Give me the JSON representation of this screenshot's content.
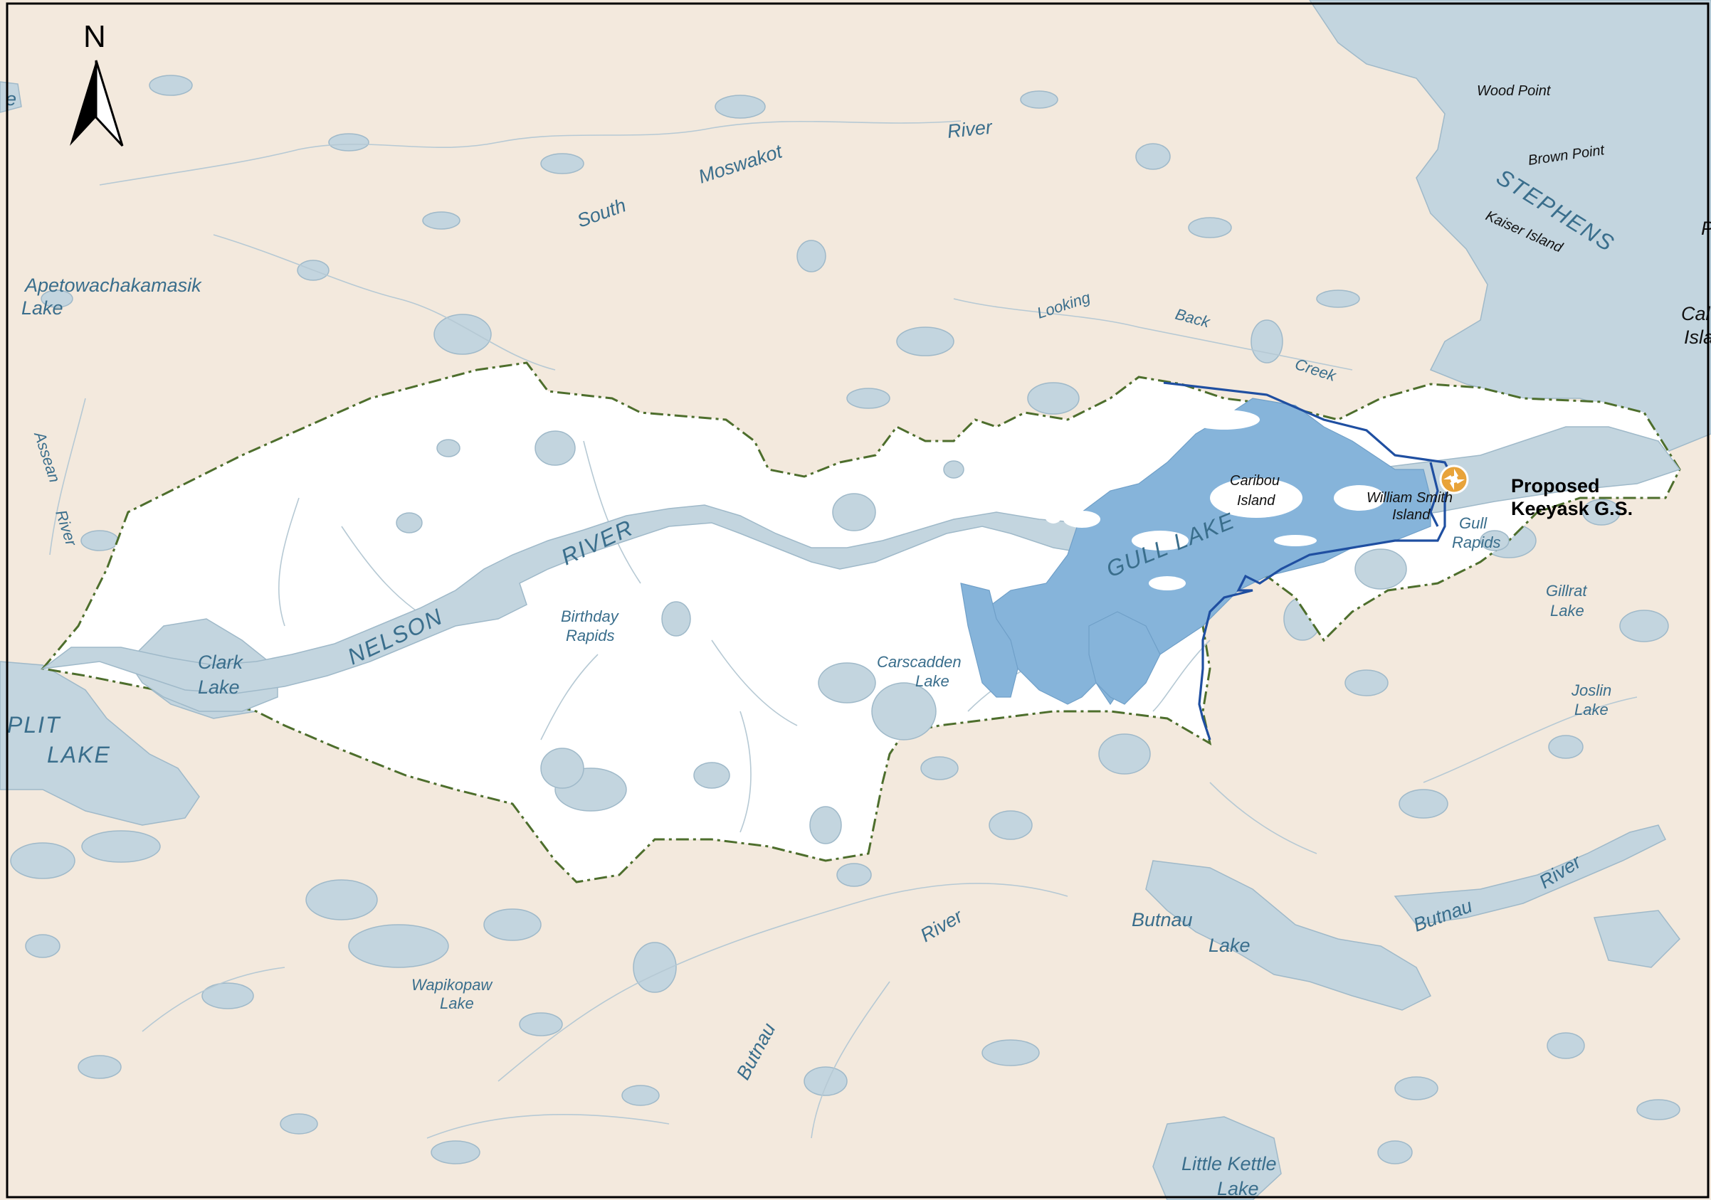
{
  "colors": {
    "land": "#f3e9dd",
    "water": "#c3d5df",
    "water_stroke": "#9fb9c9",
    "study_area": "#ffffff",
    "boundary": "#4d6e2c",
    "reservoir": "#86b4da",
    "reservoir_outline": "#1f4fa1",
    "label": "#3a6e8c",
    "station_marker": "#e8a33a",
    "frame": "#000000"
  },
  "north_arrow": {
    "label": "N",
    "icon": "north-arrow-icon"
  },
  "station": {
    "line1": "Proposed",
    "line2": "Keeyask G.S.",
    "icon": "generating-station-icon"
  },
  "labels": {
    "moswakot": "Moswakot",
    "river_north": "River",
    "south": "South",
    "apetowachakamasik": "Apetowachakamasik",
    "apetowachakamasik_lake": "Lake",
    "looking": "Looking",
    "back": "Back",
    "creek": "Creek",
    "assean": "Assean",
    "assean_river": "River",
    "nelson": "NELSON",
    "river_nelson": "RIVER",
    "birthday": "Birthday",
    "rapids": "Rapids",
    "clark": "Clark",
    "clark_lake": "Lake",
    "split": "PLIT",
    "split_lake": "LAKE",
    "carscadden": "Carscadden",
    "carscadden_lake": "Lake",
    "gull_lake": "GULL LAKE",
    "gull": "Gull",
    "gull_rapids": "Rapids",
    "gillrat": "Gillrat",
    "gillrat_lake": "Lake",
    "joslin": "Joslin",
    "joslin_lake": "Lake",
    "butnau_lake1": "Butnau",
    "butnau_lake2": "Lake",
    "butnau_river_e1": "Butnau",
    "butnau_river_e2": "River",
    "river_s": "River",
    "butnau_s": "Butnau",
    "wapikopaw": "Wapikopaw",
    "wapikopaw_lake": "Lake",
    "little_kettle": "Little Kettle",
    "little_kettle_lake": "Lake",
    "stephens": "STEPHENS",
    "cal": "Cal",
    "isla": "Isla",
    "p_edge": "P",
    "e_edge": "e",
    "caribou1": "Caribou",
    "caribou2": "Island",
    "william1": "William Smith",
    "william2": "Island",
    "wood_point": "Wood Point",
    "brown_point": "Brown Point",
    "kaiser_island": "Kaiser Island"
  }
}
